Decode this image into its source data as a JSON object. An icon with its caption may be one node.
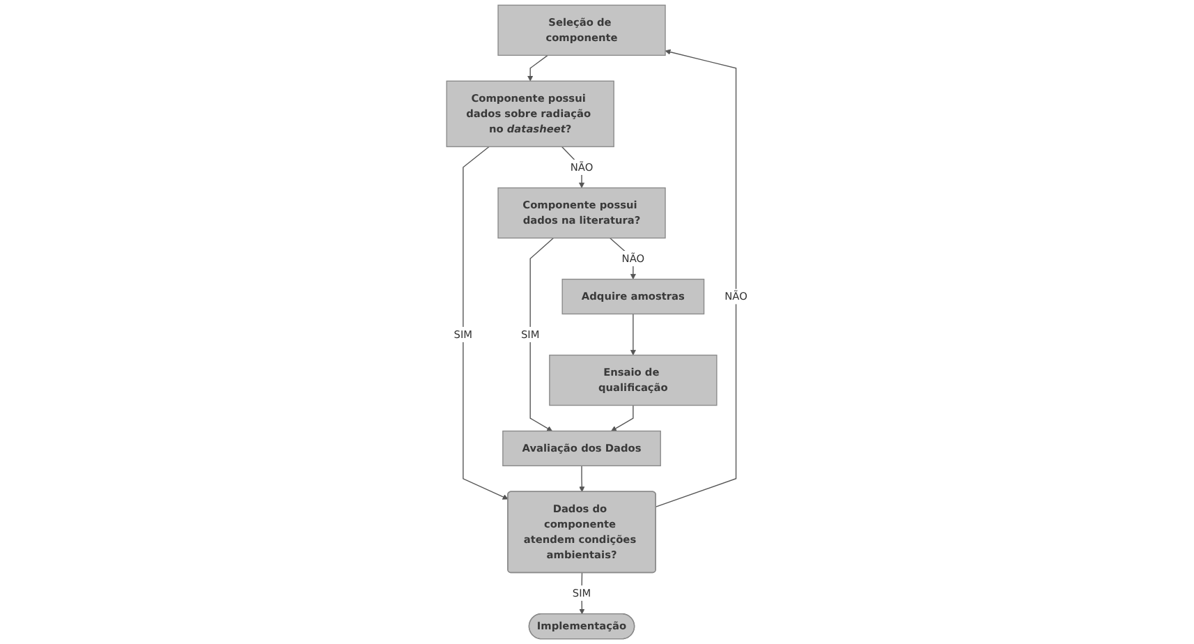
{
  "diagram": {
    "nodes": [
      {
        "text": [
          "Seleção de componente"
        ]
      },
      {
        "text": [
          "Componente possui dados sobre radiação no *datasheet*?"
        ]
      },
      {
        "text": [
          "Componente possui dados na literatura?"
        ]
      },
      {
        "text": [
          "Avaliação dos Dados"
        ]
      },
      {
        "text": [
          "Adquire amostras"
        ]
      },
      {
        "text": [
          "Ensaio de qualificação"
        ]
      },
      {
        "text": [
          "Dados do componente atendem condições ambientais?"
        ]
      },
      {
        "text": [
          "Implementação"
        ]
      }
    ],
    "edges": [
      {
        "from": 0,
        "to": 1,
        "arrow": "to"
      },
      {
        "from": 1,
        "to": 2,
        "arrow": "to",
        "label": "NÃO"
      },
      {
        "from": 1,
        "to": 6,
        "arrow": "to",
        "label": "SIM"
      },
      {
        "from": 2,
        "to": 3,
        "arrow": "to",
        "label": "SIM"
      },
      {
        "from": 2,
        "to": 4,
        "arrow": "to",
        "label": "NÃO"
      },
      {
        "from": 4,
        "to": 5,
        "arrow": "to"
      },
      {
        "from": 5,
        "to": 3,
        "arrow": "to"
      },
      {
        "from": 3,
        "to": 6,
        "arrow": "to"
      },
      {
        "from": 6,
        "to": 7,
        "arrow": "to",
        "label": "SIM"
      },
      {
        "from": 6,
        "to": 0,
        "arrow": "to",
        "label": "NÃO"
      }
    ]
  }
}
